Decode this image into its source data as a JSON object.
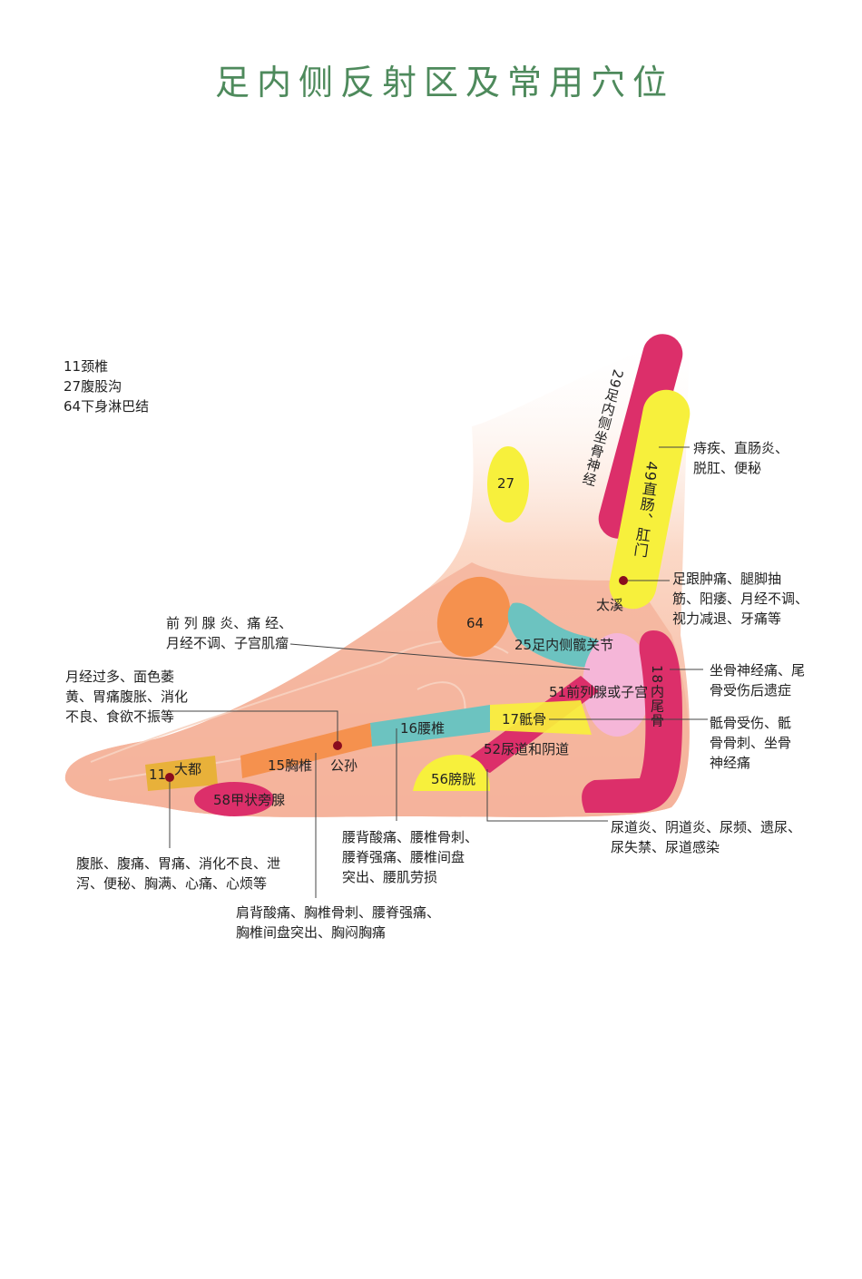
{
  "title": "足内侧反射区及常用穴位",
  "legend": [
    "11颈椎",
    "27腹股沟",
    "64下身淋巴结"
  ],
  "zones": {
    "z29": "29足内侧坐骨神经",
    "z49": "49直肠、肛门",
    "z27": "27",
    "z64": "64",
    "z25": "25足内侧髋关节",
    "z51": "51前列腺或子宫",
    "z18": "18内尾骨",
    "z17": "17骶骨",
    "z52": "52尿道和阴道",
    "z56": "56膀胱",
    "z16": "16腰椎",
    "z15": "15胸椎",
    "z11": "11",
    "z58": "58甲状旁腺"
  },
  "acupoints": {
    "taixi": "太溪",
    "gongsun": "公孙",
    "dadu": "大都"
  },
  "notes": {
    "n49": [
      "痔疾、直肠炎、",
      "脱肛、便秘"
    ],
    "taixi": [
      "足跟肿痛、腿脚抽",
      "筋、阳痿、月经不调、",
      "视力减退、牙痛等"
    ],
    "n51": [
      "前 列 腺 炎、痛 经、",
      "月经不调、子宫肌瘤"
    ],
    "n18": [
      "坐骨神经痛、尾",
      "骨受伤后遗症"
    ],
    "n17": [
      "骶骨受伤、骶",
      "骨骨刺、坐骨",
      "神经痛"
    ],
    "gongsun": [
      "月经过多、面色萎",
      "黄、胃痛腹胀、消化",
      "不良、食欲不振等"
    ],
    "n52": [
      "尿道炎、阴道炎、尿频、遗尿、",
      "尿失禁、尿道感染"
    ],
    "n16": [
      "腰背酸痛、腰椎骨刺、",
      "腰脊强痛、腰椎间盘",
      "突出、腰肌劳损"
    ],
    "dadu": [
      "腹胀、腹痛、胃痛、消化不良、泄",
      "泻、便秘、胸满、心痛、心烦等"
    ],
    "n15": [
      "肩背酸痛、胸椎骨刺、腰脊强痛、",
      "胸椎间盘突出、胸闷胸痛"
    ]
  },
  "colors": {
    "title": "#4e8a5c",
    "skin": "#f6b9a0",
    "pink": "#dc2f6a",
    "yellow": "#f7f03c",
    "orange": "#f5914e",
    "teal": "#6cc3c0",
    "gold": "#e8b13a",
    "lightpink": "#f5b6d8",
    "point": "#8a0c1e"
  }
}
